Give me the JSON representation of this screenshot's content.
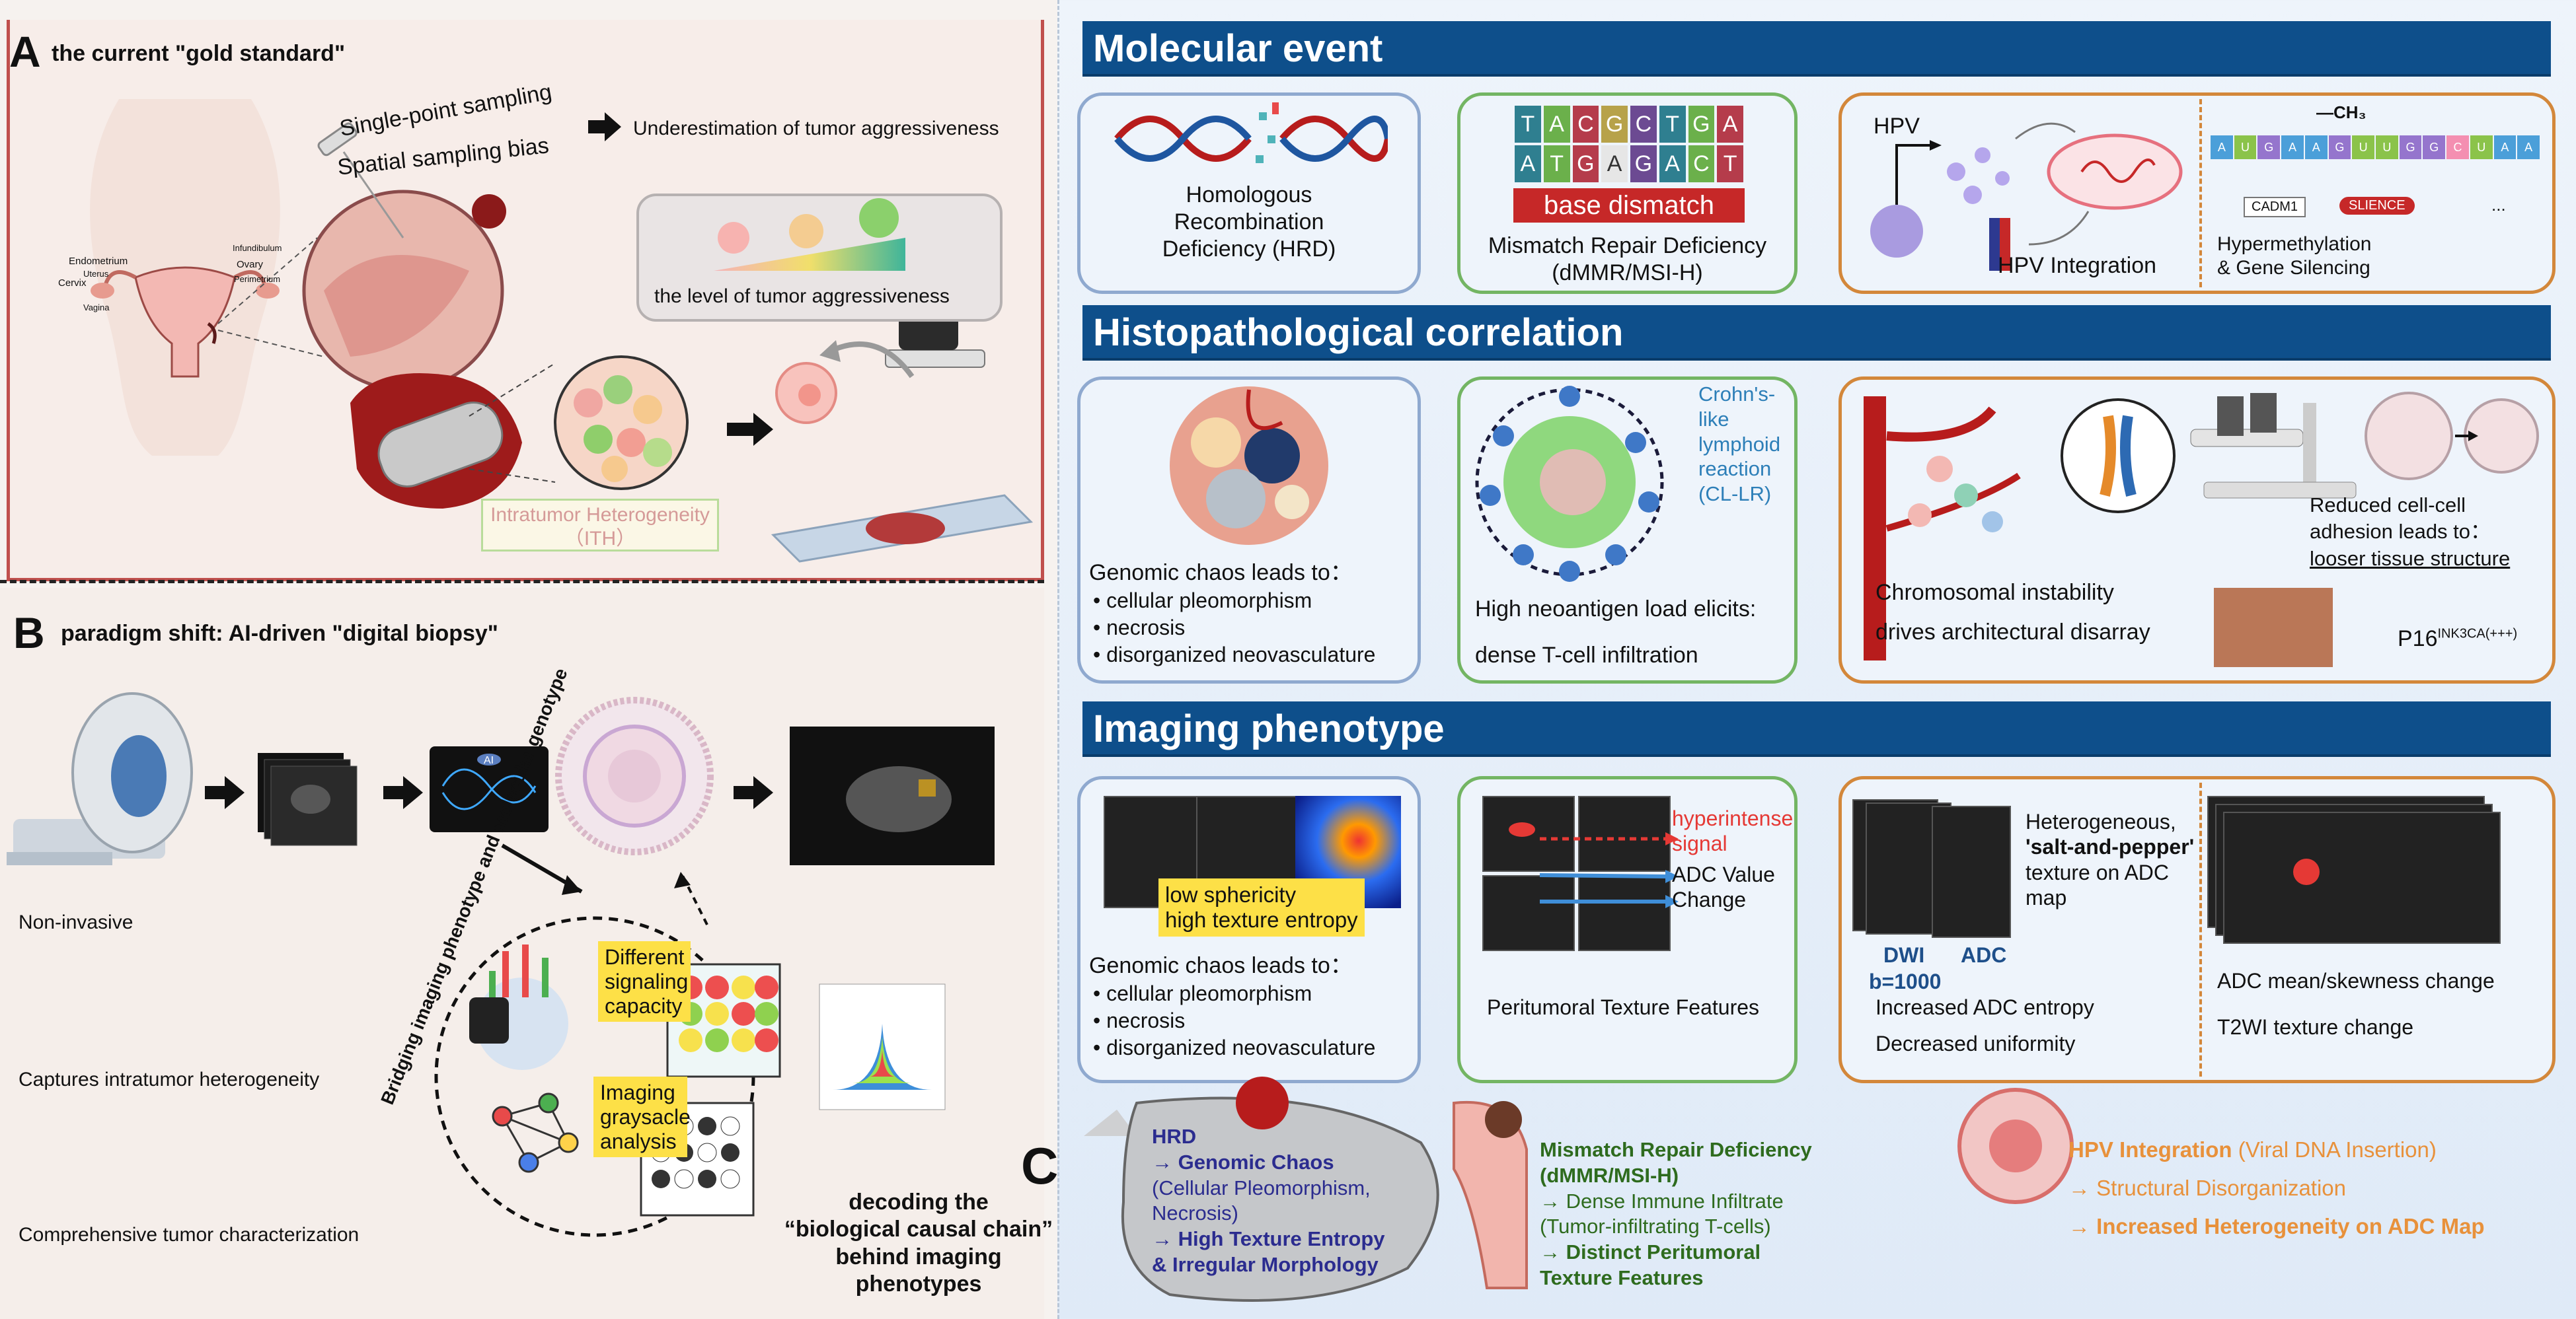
{
  "panelA": {
    "letter": "A",
    "title": "the current \"gold standard\"",
    "labels": {
      "single_point": "Single-point sampling",
      "spatial_bias": "Spatial sampling bias",
      "underestimation": "Underestimation of tumor aggressiveness",
      "aggressiveness_level": "the level of tumor aggressiveness",
      "ith_line1": "Intratumor Heterogeneity",
      "ith_line2": "（ITH）",
      "infundibulum": "Infundibulum",
      "ovary": "Ovary",
      "endometrium": "Endometrium",
      "uterus": "Uterus",
      "perimetrium": "Perimetrium",
      "cervix": "Cervix",
      "vagina": "Vagina"
    }
  },
  "panelB": {
    "letter": "B",
    "title": "paradigm shift: AI-driven \"digital biopsy\"",
    "non_invasive": "Non-invasive",
    "captures_ith": "Captures intratumor heterogeneity",
    "comprehensive": "Comprehensive tumor characterization",
    "bridging": "Bridging imaging phenotype and molecular genotype",
    "different_signaling": "Different signaling capacity",
    "imaging_graysacle": "Imaging graysacle analysis",
    "ai_chip": "AI"
  },
  "panelC": {
    "letter": "C",
    "caption_line1": "decoding the",
    "caption_line2": "“biological causal chain”",
    "caption_line3": "behind imaging phenotypes",
    "hrd_chain": [
      "HRD",
      "→ Genomic Chaos",
      "(Cellular Pleomorphism,",
      "Necrosis)",
      "→ High Texture Entropy",
      "&  Irregular Morphology"
    ],
    "mmr_chain": [
      "Mismatch Repair Deficiency",
      "(dMMR/MSI-H)",
      "→ Dense Immune Infiltrate",
      "(Tumor-infiltrating T-cells)",
      "→ Distinct Peritumoral",
      "Texture Features"
    ],
    "hpv_chain": [
      "HPV Integration",
      "(Viral DNA Insertion)",
      "→ Structural Disorganization",
      "→ Increased Heterogeneity on ADC Map"
    ]
  },
  "molecular": {
    "header": "Molecular event",
    "hrd": [
      "Homologous",
      "Recombination",
      "Deficiency (HRD)"
    ],
    "mmr_caption": [
      "Mismatch Repair Deficiency",
      "(dMMR/MSI-H)"
    ],
    "base_dismatch": "base dismatch",
    "dna_top": [
      "T",
      "A",
      "C",
      "G",
      "C",
      "T",
      "G",
      "A"
    ],
    "dna_bottom": [
      "A",
      "T",
      "G",
      "A",
      "G",
      "A",
      "C",
      "T"
    ],
    "hpv": "HPV",
    "hpv_integration": "HPV Integration",
    "ch3": "—CH₃",
    "seq": [
      "A",
      "U",
      "G",
      "A",
      "A",
      "G",
      "U",
      "U",
      "G",
      "G",
      "C",
      "U",
      "A",
      "A"
    ],
    "cadm1": "CADM1",
    "silence": "SLIENCE",
    "ellipsis": "...",
    "hypermeth": [
      "Hypermethylation",
      "& Gene Silencing"
    ]
  },
  "histo": {
    "header": "Histopathological correlation",
    "genomic_intro": "Genomic chaos leads to：",
    "bullets": [
      "cellular pleomorphism",
      "necrosis",
      "disorganized neovasculature"
    ],
    "crohn": [
      "Crohn's-",
      "like",
      "lymphoid",
      "reaction",
      "(CL-LR)"
    ],
    "neo1": "High neoantigen load elicits:",
    "neo2": "dense T-cell infiltration",
    "chrom1": "Chromosomal instability",
    "chrom2": "drives architectural disarray",
    "reduced": [
      "Reduced cell-cell",
      "adhesion leads to："
    ],
    "looser": "looser tissue structure",
    "p16": "P16",
    "p16_sup": "INK3CA(+++)"
  },
  "imaging": {
    "header": "Imaging phenotype",
    "low_sph": "low sphericity",
    "high_tex": "high texture entropy",
    "genomic_intro": "Genomic chaos leads to：",
    "bullets": [
      "cellular pleomorphism",
      "necrosis",
      "disorganized neovasculature"
    ],
    "hyper1": "hyperintense",
    "hyper2": "signal",
    "adc1": "ADC Value",
    "adc2": "Change",
    "peritumoral": "Peritumoral Texture Features",
    "hetero_a": "Heterogeneous,",
    "hetero_b": "'salt-and-pepper'",
    "hetero_c": "texture on ADC",
    "hetero_d": "map",
    "dwi": "DWI",
    "b1000": "b=1000",
    "adc": "ADC",
    "inc_entropy": "Increased ADC entropy",
    "dec_uni": "Decreased uniformity",
    "adc_mean": "ADC mean/skewness change",
    "t2wi": "T2WI texture change"
  },
  "colors": {
    "header_blue": "#0e4f8b",
    "box_blue": "#8fa9cf",
    "box_green": "#73b563",
    "box_orange": "#d3873a",
    "panel_red": "#c0504d"
  }
}
